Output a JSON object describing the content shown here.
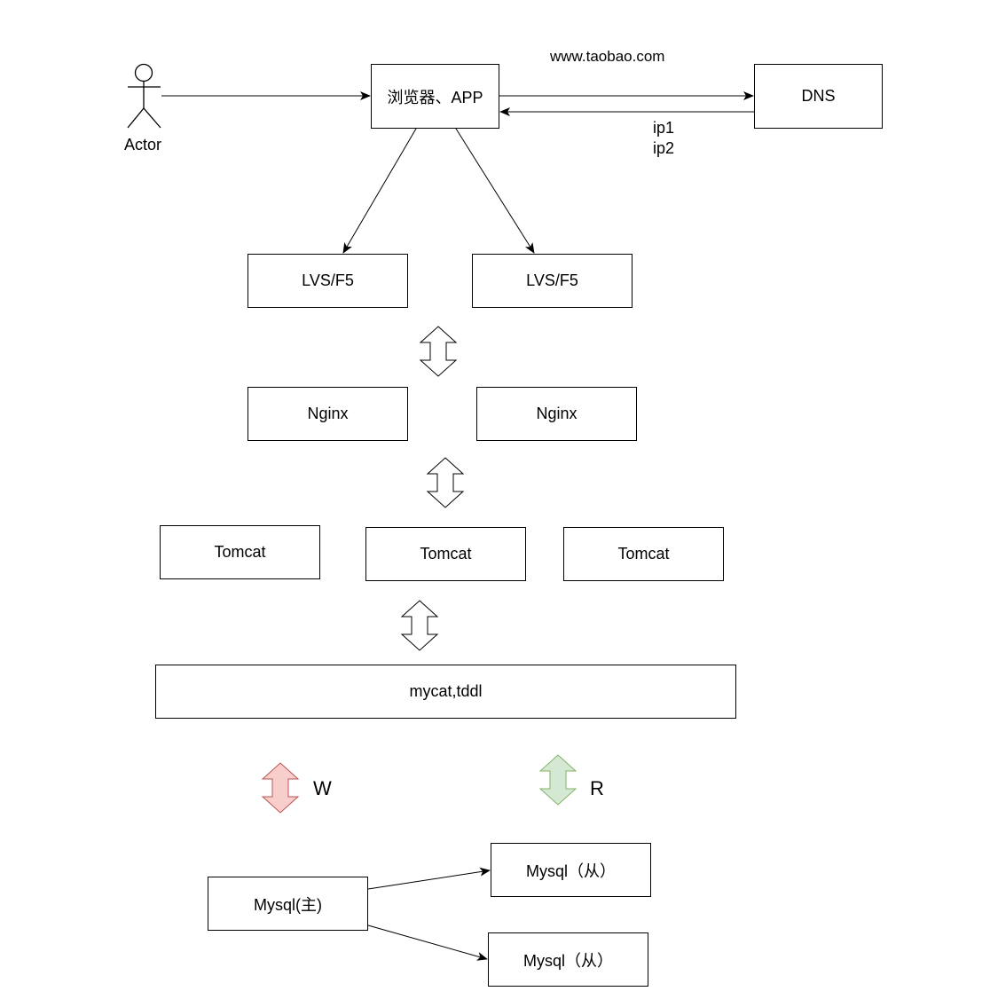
{
  "actor": {
    "label": "Actor"
  },
  "client": {
    "label": "浏览器、APP"
  },
  "dns": {
    "label": "DNS",
    "request_label": "www.taobao.com",
    "response_ips": [
      "ip1",
      "ip2"
    ]
  },
  "lvs": [
    {
      "label": "LVS/F5"
    },
    {
      "label": "LVS/F5"
    }
  ],
  "nginx": [
    {
      "label": "Nginx"
    },
    {
      "label": "Nginx"
    }
  ],
  "tomcat": [
    {
      "label": "Tomcat"
    },
    {
      "label": "Tomcat"
    },
    {
      "label": "Tomcat"
    }
  ],
  "middleware": {
    "label": "mycat,tddl"
  },
  "write": {
    "label": "W",
    "fill": "#f8cecc",
    "stroke": "#b85450"
  },
  "read": {
    "label": "R",
    "fill": "#d5e8d4",
    "stroke": "#82b366"
  },
  "mysql_master": {
    "label": "Mysql(主)"
  },
  "mysql_slaves": [
    {
      "label": "Mysql（从）"
    },
    {
      "label": "Mysql（从）"
    }
  ]
}
